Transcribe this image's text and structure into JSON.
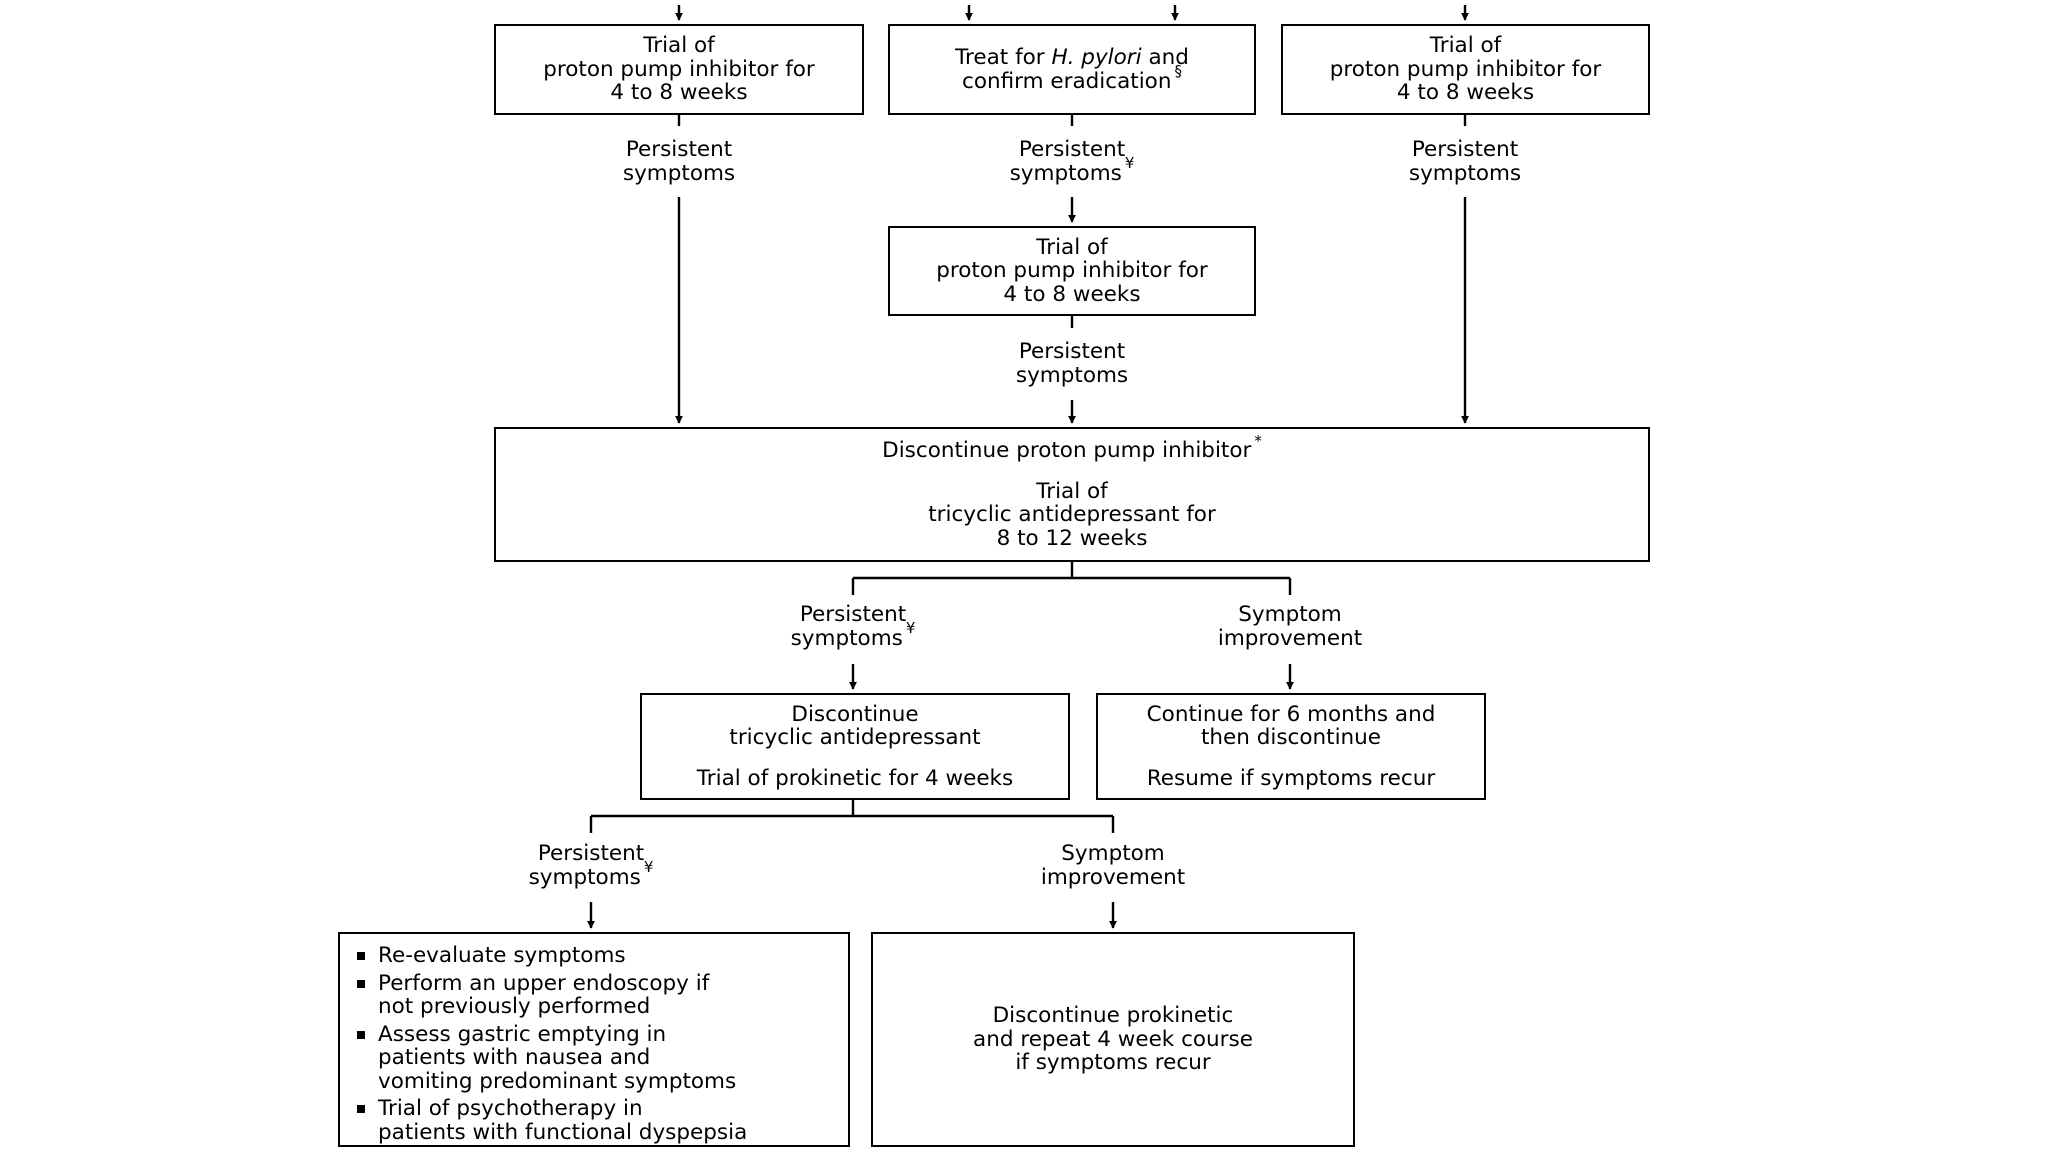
{
  "flowchart": {
    "top_left_box": {
      "lines": [
        "Trial of",
        "proton pump inhibitor for",
        "4 to 8 weeks"
      ]
    },
    "top_center_box": {
      "line1_prefix": "Treat for ",
      "line1_italic": "H. pylori",
      "line1_suffix": " and",
      "line2": "confirm eradication",
      "line2_mark": "§"
    },
    "top_right_box": {
      "lines": [
        "Trial of",
        "proton pump inhibitor for",
        "4 to 8 weeks"
      ]
    },
    "label_left_persistent": {
      "lines": [
        "Persistent",
        "symptoms"
      ]
    },
    "label_center_persistent_1": {
      "line1": "Persistent",
      "line2": "symptoms",
      "mark": "¥"
    },
    "label_right_persistent": {
      "lines": [
        "Persistent",
        "symptoms"
      ]
    },
    "middle_ppi_box": {
      "lines": [
        "Trial of",
        "proton pump inhibitor for",
        "4 to 8 weeks"
      ]
    },
    "label_center_persistent_2": {
      "lines": [
        "Persistent",
        "symptoms"
      ]
    },
    "discontinue_ppi_box": {
      "line1": "Discontinue proton pump inhibitor",
      "line1_mark": "*",
      "tca_lines": [
        "Trial of",
        "tricyclic antidepressant for",
        "8 to 12 weeks"
      ]
    },
    "label_tca_persistent": {
      "line1": "Persistent",
      "line2": "symptoms",
      "mark": "¥"
    },
    "label_tca_improvement": {
      "lines": [
        "Symptom",
        "improvement"
      ]
    },
    "prokinetic_box": {
      "lines": [
        "Discontinue",
        "tricyclic antidepressant"
      ],
      "line3": "Trial of prokinetic for 4 weeks"
    },
    "continue_box": {
      "lines": [
        "Continue for 6 months and",
        "then discontinue"
      ],
      "line3": "Resume if symptoms recur"
    },
    "label_pro_persistent": {
      "line1": "Persistent",
      "line2": "symptoms",
      "mark": "¥"
    },
    "label_pro_improvement": {
      "lines": [
        "Symptom",
        "improvement"
      ]
    },
    "reevaluate_box": {
      "items": [
        {
          "lines": [
            "Re-evaluate symptoms"
          ]
        },
        {
          "lines": [
            "Perform an upper endoscopy if",
            "not previously performed"
          ]
        },
        {
          "lines": [
            "Assess gastric emptying in",
            "patients with nausea and",
            "vomiting predominant symptoms"
          ]
        },
        {
          "lines": [
            "Trial of psychotherapy in",
            "patients with functional dyspepsia"
          ]
        }
      ]
    },
    "repeat_box": {
      "lines": [
        "Discontinue prokinetic",
        "and repeat 4 week course",
        "if symptoms recur"
      ]
    }
  }
}
